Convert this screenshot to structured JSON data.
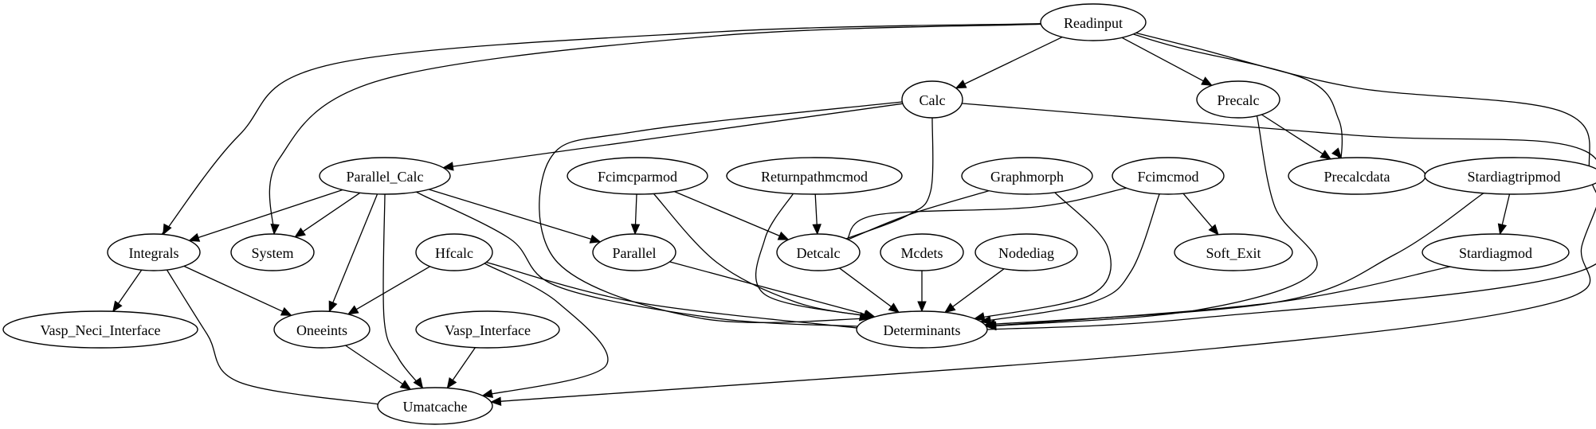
{
  "graph": {
    "type": "directed-dependency-graph",
    "colors": {
      "background": "#ffffff",
      "stroke": "#000000",
      "node_fill": "#ffffff"
    },
    "nodes": [
      {
        "id": "Readinput",
        "label": "Readinput"
      },
      {
        "id": "Calc",
        "label": "Calc"
      },
      {
        "id": "Precalc",
        "label": "Precalc"
      },
      {
        "id": "Parallel_Calc",
        "label": "Parallel_Calc"
      },
      {
        "id": "Fcimcparmod",
        "label": "Fcimcparmod"
      },
      {
        "id": "Returnpathmcmod",
        "label": "Returnpathmcmod"
      },
      {
        "id": "Graphmorph",
        "label": "Graphmorph"
      },
      {
        "id": "Fcimcmod",
        "label": "Fcimcmod"
      },
      {
        "id": "Precalcdata",
        "label": "Precalcdata"
      },
      {
        "id": "Stardiagtripmod",
        "label": "Stardiagtripmod"
      },
      {
        "id": "Integrals",
        "label": "Integrals"
      },
      {
        "id": "System",
        "label": "System"
      },
      {
        "id": "Hfcalc",
        "label": "Hfcalc"
      },
      {
        "id": "Parallel",
        "label": "Parallel"
      },
      {
        "id": "Detcalc",
        "label": "Detcalc"
      },
      {
        "id": "Mcdets",
        "label": "Mcdets"
      },
      {
        "id": "Nodediag",
        "label": "Nodediag"
      },
      {
        "id": "Soft_Exit",
        "label": "Soft_Exit"
      },
      {
        "id": "Stardiagmod",
        "label": "Stardiagmod"
      },
      {
        "id": "Vasp_Neci_Interface",
        "label": "Vasp_Neci_Interface"
      },
      {
        "id": "Oneeints",
        "label": "Oneeints"
      },
      {
        "id": "Vasp_Interface",
        "label": "Vasp_Interface"
      },
      {
        "id": "Determinants",
        "label": "Determinants"
      },
      {
        "id": "Umatcache",
        "label": "Umatcache"
      }
    ],
    "edges": [
      {
        "from": "Readinput",
        "to": "Calc"
      },
      {
        "from": "Readinput",
        "to": "Precalc"
      },
      {
        "from": "Readinput",
        "to": "Precalcdata"
      },
      {
        "from": "Readinput",
        "to": "Integrals"
      },
      {
        "from": "Readinput",
        "to": "System"
      },
      {
        "from": "Readinput",
        "to": "Determinants"
      },
      {
        "from": "Calc",
        "to": "Parallel_Calc"
      },
      {
        "from": "Calc",
        "to": "Detcalc"
      },
      {
        "from": "Calc",
        "to": "Determinants"
      },
      {
        "from": "Calc",
        "to": "Umatcache"
      },
      {
        "from": "Precalc",
        "to": "Precalcdata"
      },
      {
        "from": "Precalc",
        "to": "Determinants"
      },
      {
        "from": "Parallel_Calc",
        "to": "Integrals"
      },
      {
        "from": "Parallel_Calc",
        "to": "System"
      },
      {
        "from": "Parallel_Calc",
        "to": "Oneeints"
      },
      {
        "from": "Parallel_Calc",
        "to": "Umatcache"
      },
      {
        "from": "Parallel_Calc",
        "to": "Parallel"
      },
      {
        "from": "Parallel_Calc",
        "to": "Determinants"
      },
      {
        "from": "Fcimcparmod",
        "to": "Parallel"
      },
      {
        "from": "Fcimcparmod",
        "to": "Detcalc"
      },
      {
        "from": "Fcimcparmod",
        "to": "Determinants"
      },
      {
        "from": "Returnpathmcmod",
        "to": "Detcalc"
      },
      {
        "from": "Returnpathmcmod",
        "to": "Determinants"
      },
      {
        "from": "Graphmorph",
        "to": "Detcalc"
      },
      {
        "from": "Graphmorph",
        "to": "Determinants"
      },
      {
        "from": "Fcimcmod",
        "to": "Detcalc"
      },
      {
        "from": "Fcimcmod",
        "to": "Soft_Exit"
      },
      {
        "from": "Fcimcmod",
        "to": "Determinants"
      },
      {
        "from": "Stardiagtripmod",
        "to": "Stardiagmod"
      },
      {
        "from": "Stardiagtripmod",
        "to": "Determinants"
      },
      {
        "from": "Stardiagmod",
        "to": "Determinants"
      },
      {
        "from": "Integrals",
        "to": "Vasp_Neci_Interface"
      },
      {
        "from": "Integrals",
        "to": "Oneeints"
      },
      {
        "from": "Integrals",
        "to": "Umatcache"
      },
      {
        "from": "Hfcalc",
        "to": "Oneeints"
      },
      {
        "from": "Hfcalc",
        "to": "Determinants"
      },
      {
        "from": "Hfcalc",
        "to": "Umatcache"
      },
      {
        "from": "Parallel",
        "to": "Determinants"
      },
      {
        "from": "Detcalc",
        "to": "Determinants"
      },
      {
        "from": "Mcdets",
        "to": "Determinants"
      },
      {
        "from": "Nodediag",
        "to": "Determinants"
      },
      {
        "from": "Oneeints",
        "to": "Umatcache"
      },
      {
        "from": "Vasp_Interface",
        "to": "Umatcache"
      }
    ]
  }
}
